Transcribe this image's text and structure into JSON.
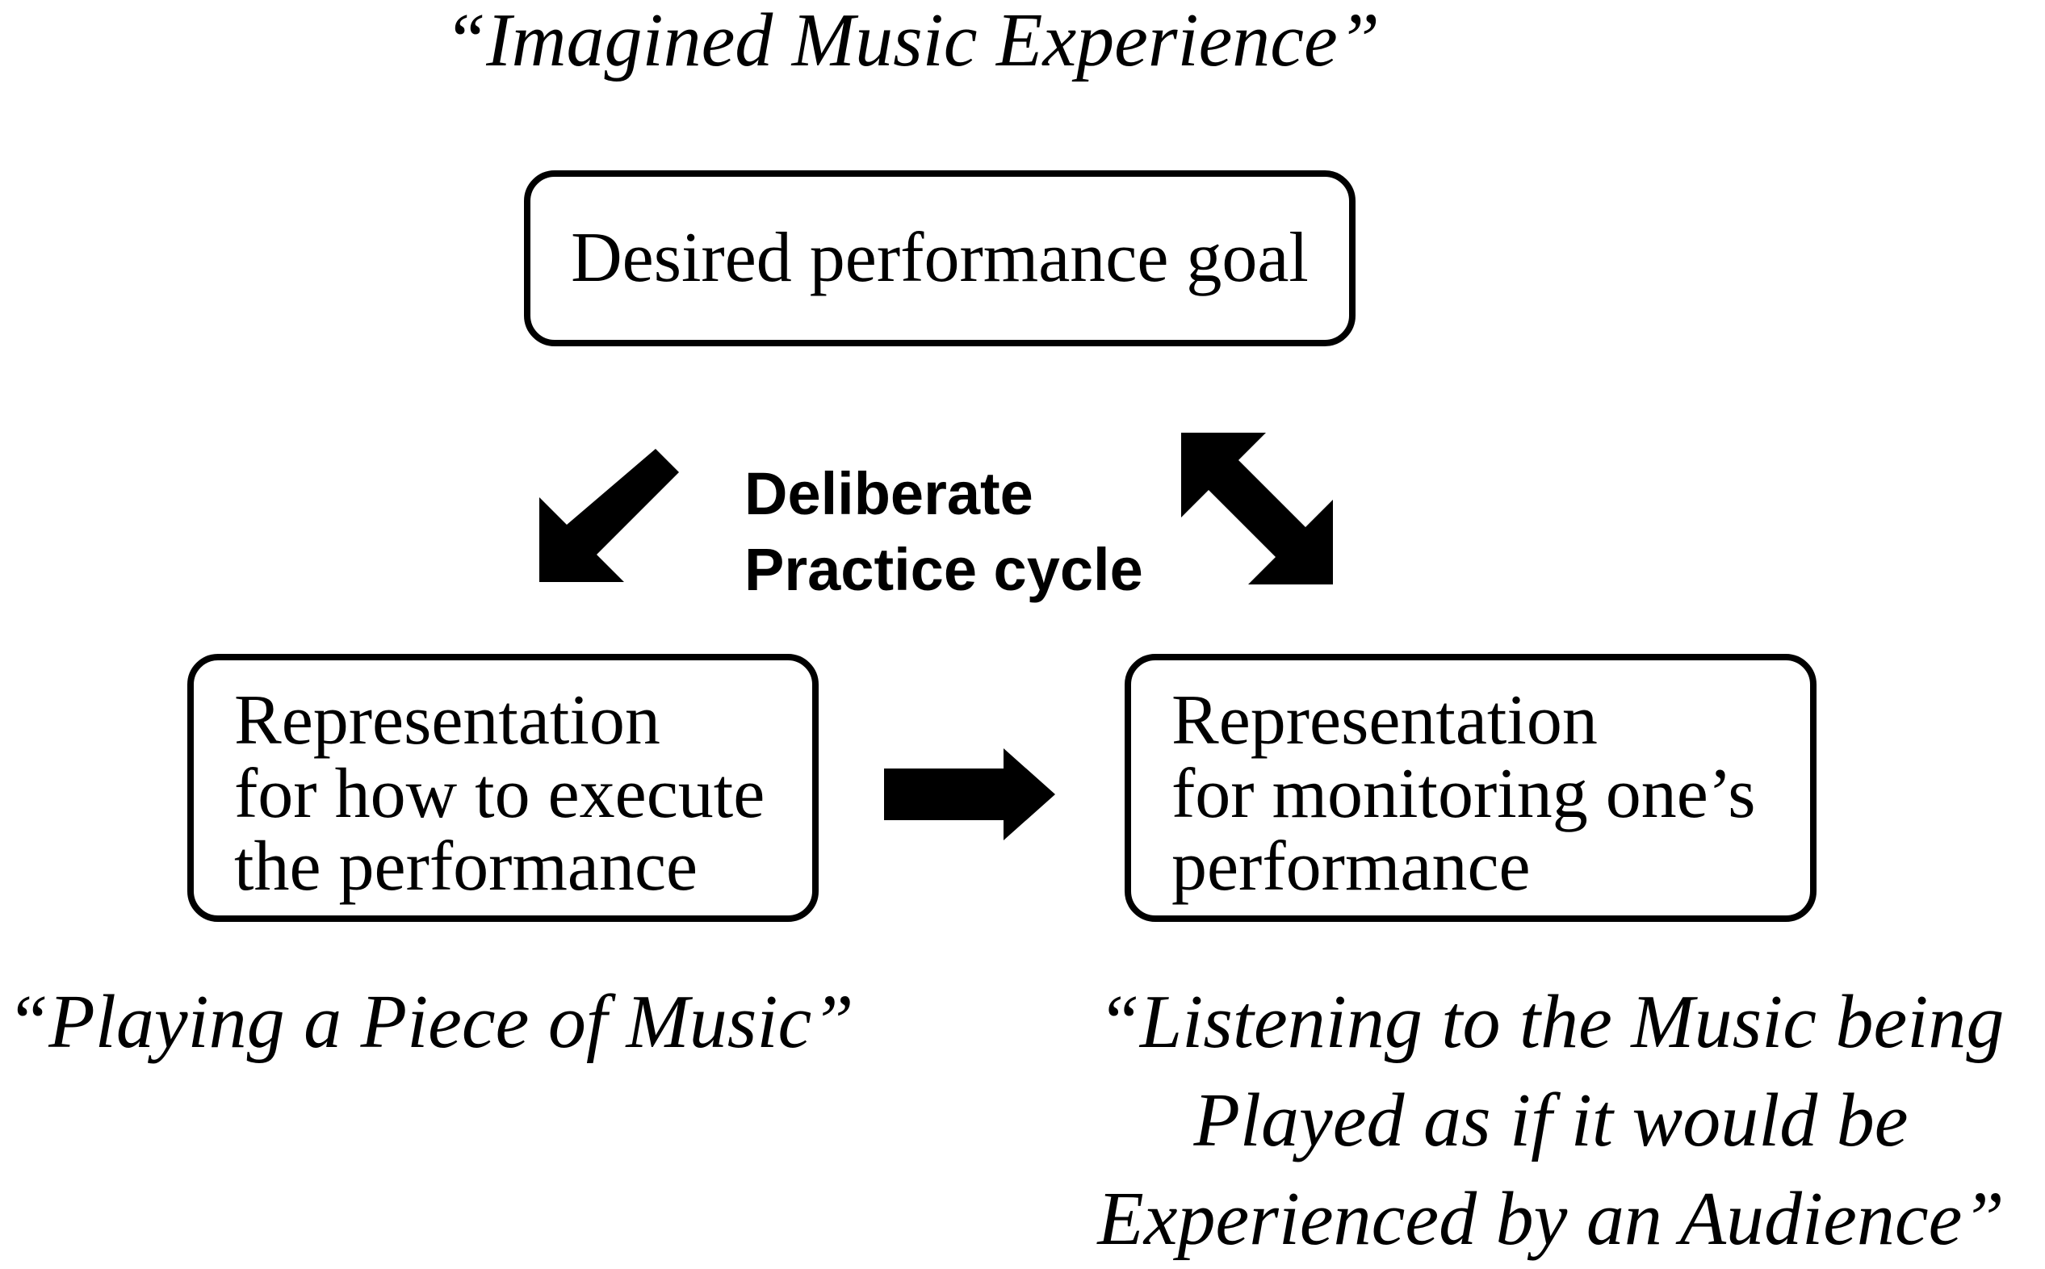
{
  "diagram": {
    "top_quote": "“Imagined Music Experience”",
    "goal_box": "Desired performance goal",
    "cycle_label": [
      "Deliberate",
      "Practice cycle"
    ],
    "execute_box": [
      "Representation",
      "for how to execute",
      "the performance"
    ],
    "monitor_box": [
      "Representation",
      "for monitoring one’s",
      "performance"
    ],
    "left_quote": "“Playing a Piece of Music”",
    "right_quote": [
      "“Listening to the Music being",
      "Played as if it would be",
      "Experienced by an Audience”"
    ]
  },
  "colors": {
    "ink": "#000000",
    "background": "#ffffff"
  },
  "arrows": [
    {
      "name": "goal-to-execute-arrow",
      "from": "goal_box",
      "to": "execute_box",
      "style": "single"
    },
    {
      "name": "goal-monitor-double-arrow",
      "from": "goal_box",
      "to": "monitor_box",
      "style": "double"
    },
    {
      "name": "execute-to-monitor-arrow",
      "from": "execute_box",
      "to": "monitor_box",
      "style": "single"
    }
  ]
}
